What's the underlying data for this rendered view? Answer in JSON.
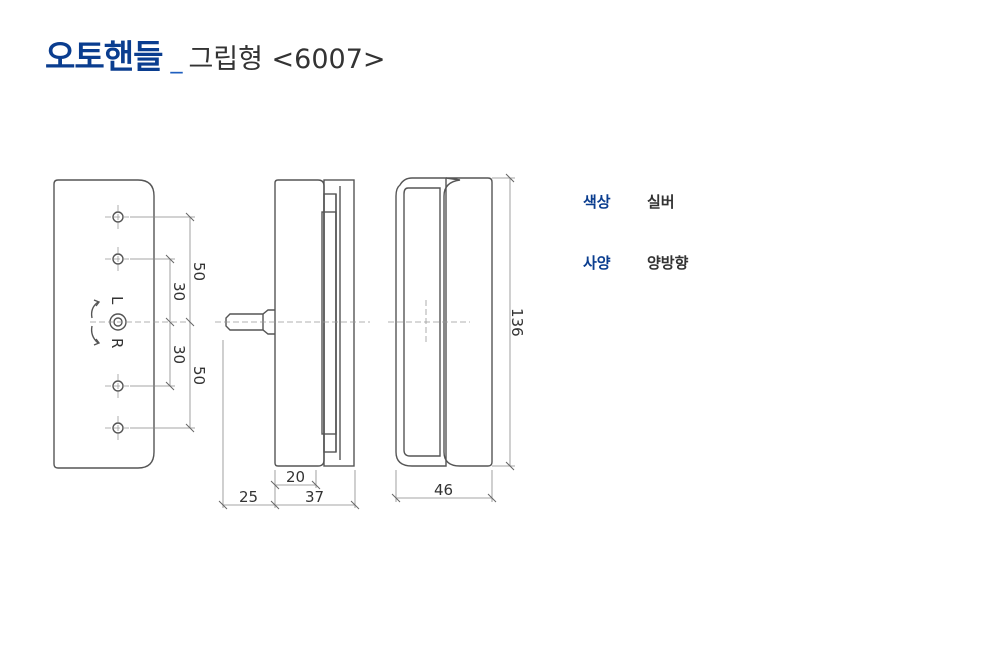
{
  "title": {
    "main": "오토핸들",
    "separator": "_",
    "sub": "그립형 <6007>"
  },
  "drawing": {
    "front_view": {
      "rotation_letters": [
        "L",
        "R"
      ],
      "dims": [
        "50",
        "30",
        "30",
        "50"
      ]
    },
    "side_view": {
      "dims": [
        "20",
        "25",
        "37"
      ]
    },
    "back_view": {
      "dims": [
        "46",
        "136"
      ]
    }
  },
  "specs": [
    {
      "label": "색상",
      "value": "실버"
    },
    {
      "label": "사양",
      "value": "양방향"
    }
  ],
  "colors": {
    "title_accent": "#0a3d8f",
    "line": "#555555",
    "dim_line": "#888888"
  }
}
